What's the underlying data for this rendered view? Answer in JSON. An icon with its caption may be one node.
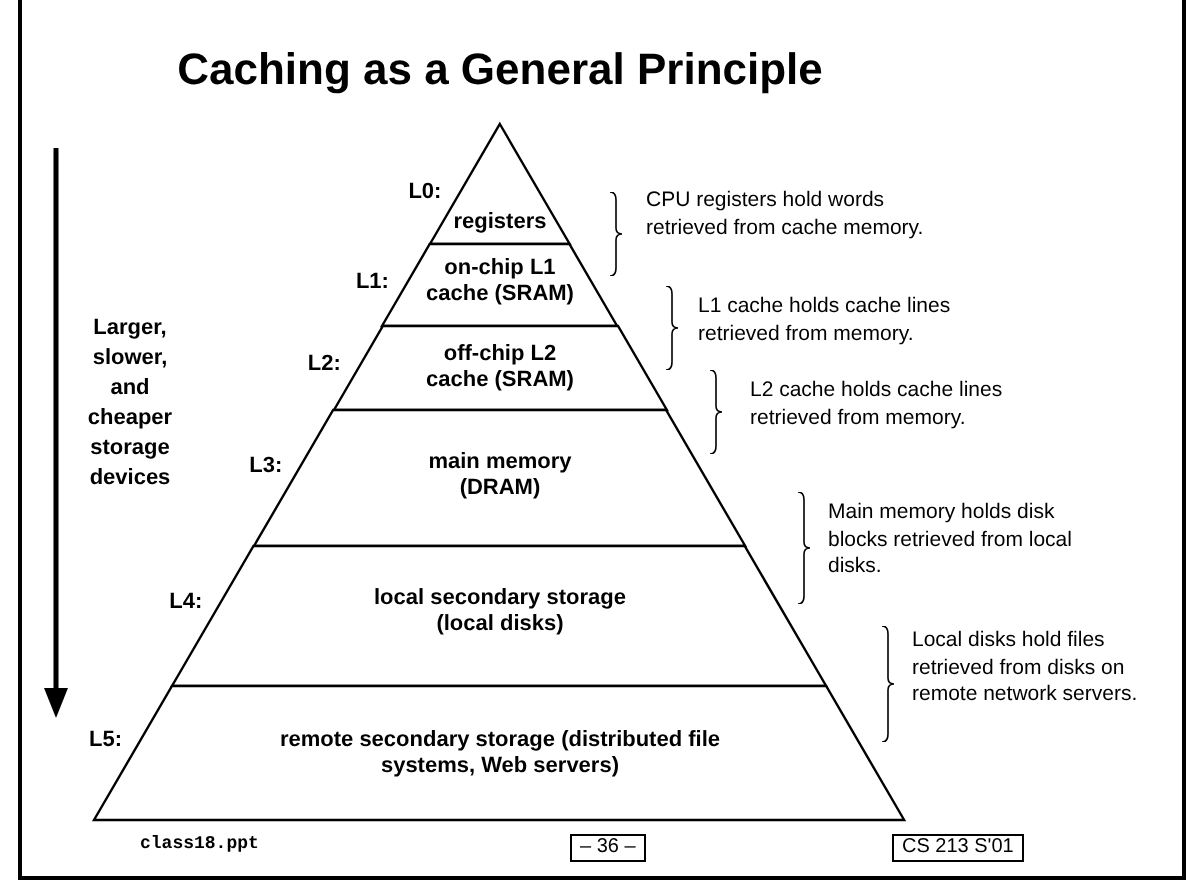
{
  "diagram": {
    "title": "Caching as a General Principle",
    "nodes": [
      {
        "text": [
          "registers"
        ],
        "beside": [
          "L0:"
        ]
      },
      {
        "text": [
          "on-chip L1 cache (SRAM)"
        ],
        "beside": [
          "L1:"
        ]
      },
      {
        "text": [
          "off-chip L2 cache (SRAM)"
        ],
        "beside": [
          "L2:"
        ]
      },
      {
        "text": [
          "main memory (DRAM)"
        ],
        "beside": [
          "L3:"
        ]
      },
      {
        "text": [
          "local secondary storage (local disks)"
        ],
        "beside": [
          "L4:"
        ]
      },
      {
        "text": [
          "remote secondary storage (distributed file systems, Web servers)"
        ],
        "beside": [
          "L5:"
        ]
      }
    ],
    "edges": [],
    "labels": [
      "Larger, slower, and cheaper storage devices",
      "CPU registers hold words retrieved from cache memory.",
      "L1 cache holds cache lines retrieved from memory.",
      "L2 cache holds cache lines retrieved from memory.",
      "Main memory holds disk blocks retrieved from local disks.",
      "Local disks hold files retrieved from disks on remote network servers.",
      "class18.ppt",
      "– 36 –",
      "CS 213 S'01"
    ]
  }
}
